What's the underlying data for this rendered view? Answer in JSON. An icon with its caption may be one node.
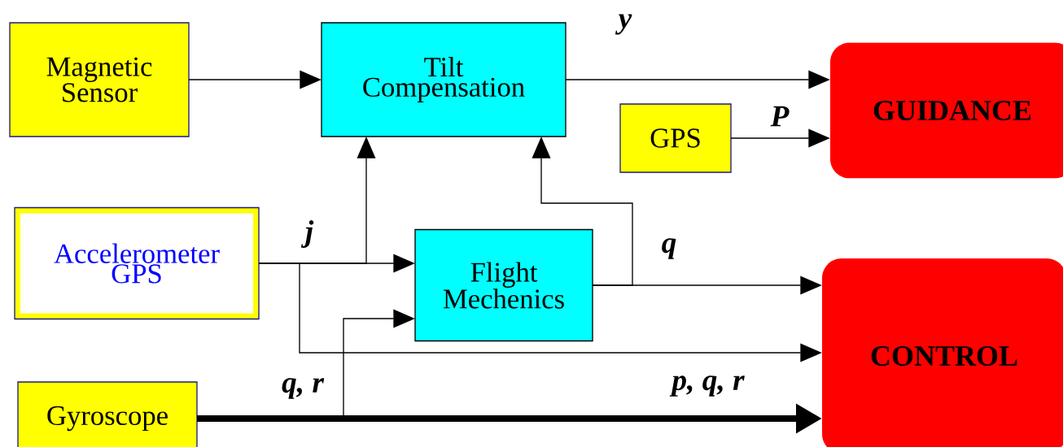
{
  "diagram": {
    "nodes": [
      {
        "text": [
          "Magnetic Sensor"
        ]
      },
      {
        "text": [
          "Tilt Compensation"
        ]
      },
      {
        "text": [
          "GUIDANCE"
        ]
      },
      {
        "text": [
          "GPS"
        ]
      },
      {
        "text": [
          "Accelerometer GPS"
        ]
      },
      {
        "text": [
          "Flight Mechenics"
        ]
      },
      {
        "text": [
          "CONTROL"
        ]
      },
      {
        "text": [
          "Gyroscope"
        ]
      }
    ],
    "edges": [
      {
        "from": 0,
        "to": 1,
        "arrow": "to"
      },
      {
        "from": 1,
        "to": 2,
        "arrow": "to",
        "label": "y"
      },
      {
        "from": 3,
        "to": 2,
        "arrow": "to",
        "label": "P"
      },
      {
        "from": 4,
        "to": 5,
        "arrow": "to",
        "label": "j"
      },
      {
        "from": 4,
        "to": 1,
        "arrow": "to"
      },
      {
        "from": 4,
        "to": 6,
        "arrow": "to"
      },
      {
        "from": 5,
        "to": 6,
        "arrow": "to",
        "label": "q"
      },
      {
        "from": 5,
        "to": 1,
        "arrow": "to"
      },
      {
        "from": 7,
        "to": 6,
        "arrow": "to",
        "label": "p, q, r",
        "style": "thick"
      },
      {
        "from": 7,
        "to": 5,
        "arrow": "to",
        "label": "q, r"
      }
    ]
  }
}
